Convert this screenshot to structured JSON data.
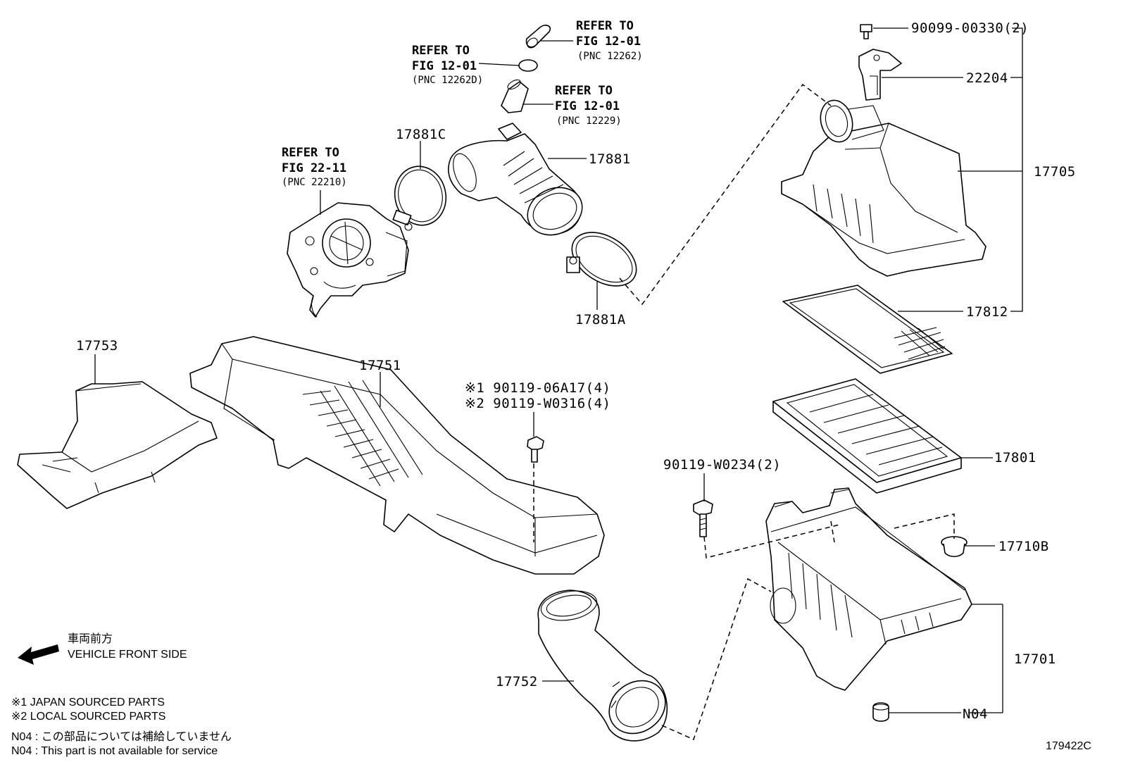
{
  "parts": {
    "p17881C": "17881C",
    "p17881": "17881",
    "p17881A": "17881A",
    "p17705": "17705",
    "p22204": "22204",
    "p90099": "90099-00330(2)",
    "p17812": "17812",
    "p17753": "17753",
    "p17751": "17751",
    "p17801": "17801",
    "p17710B": "17710B",
    "p17701": "17701",
    "p17752": "17752",
    "pN04": "N04",
    "pW0234": "90119-W0234(2)",
    "bolt_jp": "※1 90119-06A17(4)",
    "bolt_local": "※2 90119-W0316(4)"
  },
  "refs": {
    "ref_throttle": {
      "line1": "REFER TO",
      "line2": "FIG 22-11",
      "pnc": "(PNC 22210)"
    },
    "ref_clamp": {
      "line1": "REFER TO",
      "line2": "FIG 12-01",
      "pnc": "(PNC 12262D)"
    },
    "ref_hose": {
      "line1": "REFER TO",
      "line2": "FIG 12-01",
      "pnc": "(PNC 12262)"
    },
    "ref_pipe": {
      "line1": "REFER TO",
      "line2": "FIG 12-01",
      "pnc": "(PNC 12229)"
    }
  },
  "direction": {
    "jp": "車両前方",
    "en": "VEHICLE FRONT SIDE"
  },
  "notes": {
    "japan": "※1 JAPAN SOURCED PARTS",
    "local": "※2 LOCAL SOURCED PARTS",
    "n04_jp": "N04 : この部品については補給していません",
    "n04_en": "N04 : This part is not available for service"
  },
  "figure_code": "179422C"
}
